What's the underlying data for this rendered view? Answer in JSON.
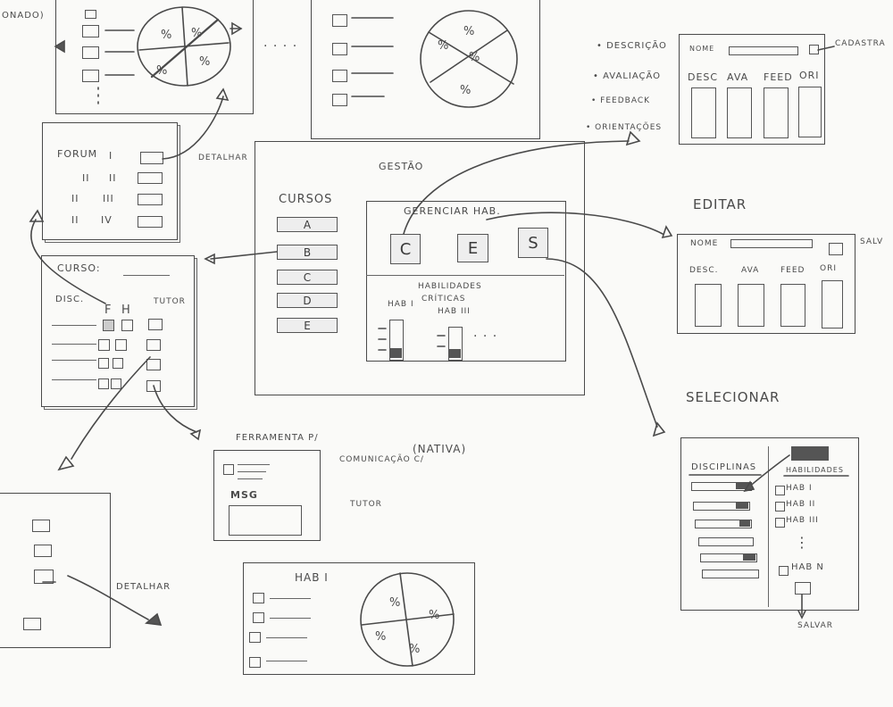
{
  "top_left": {
    "label": "ONADO)"
  },
  "top_left_pie": {
    "q1": "%",
    "q2": "%",
    "q3": "%",
    "q4": "%"
  },
  "dots_top": ". . . .",
  "top_mid_pie": {
    "q1": "%",
    "q2": "%",
    "q3": "%",
    "q4": "%"
  },
  "menu_list": {
    "items": [
      "• DESCRIÇÃO",
      "• AVALIAÇÃO",
      "• FEEDBACK",
      "• ORIENTAÇÕES"
    ]
  },
  "cadastro_screen": {
    "name_label": "NOME",
    "cadastra_label": "CADASTRA",
    "cols": [
      "DESC",
      "AVA",
      "FEED",
      "ORI"
    ]
  },
  "forum_screen": {
    "rows": [
      {
        "a": "FORUM",
        "b": "I"
      },
      {
        "a": "II",
        "b": "II"
      },
      {
        "a": "II",
        "b": "III"
      },
      {
        "a": "II",
        "b": "IV"
      }
    ],
    "detail_label": "DETALHAR"
  },
  "gestao_screen": {
    "title": "GESTÃO",
    "courses_title": "CURSOS",
    "courses": [
      "A",
      "B",
      "C",
      "D",
      "E"
    ],
    "manage_title": "GERENCIAR HAB.",
    "buttons": [
      "C",
      "E",
      "S"
    ],
    "critical_title_1": "HABILIDADES",
    "critical_title_2": "CRÍTICAS",
    "hab_labels": [
      "HAB I",
      "HAB III"
    ],
    "dots": ". . ."
  },
  "editar": {
    "title": "EDITAR",
    "name_label": "NOME",
    "save_label": "SALV",
    "cols": [
      "DESC.",
      "AVA",
      "FEED",
      "ORI"
    ]
  },
  "curso_screen": {
    "course_label": "CURSO:",
    "disc_label": "DISC.",
    "f_label": "F",
    "h_label": "H",
    "tutor_label": "TUTOR"
  },
  "ferramenta": {
    "line1": "FERRAMENTA P/",
    "line2": "COMUNICAÇÃO C/",
    "nativa": "(NATIVA)",
    "tutor": "TUTOR",
    "msg_label": "MSG"
  },
  "bottom_left": {
    "detail_label": "DETALHAR"
  },
  "hab_screen": {
    "title": "HAB I",
    "pie": {
      "q1": "%",
      "q2": "%",
      "q3": "%",
      "q4": "%"
    }
  },
  "selecionar": {
    "title": "SELECIONAR",
    "disc_title": "DISCIPLINAS",
    "hab_title": "HABILIDADES",
    "habs": [
      "HAB I",
      "HAB II",
      "HAB III",
      "HAB N"
    ],
    "vdots": "⋮",
    "save_label": "SALVAR"
  }
}
